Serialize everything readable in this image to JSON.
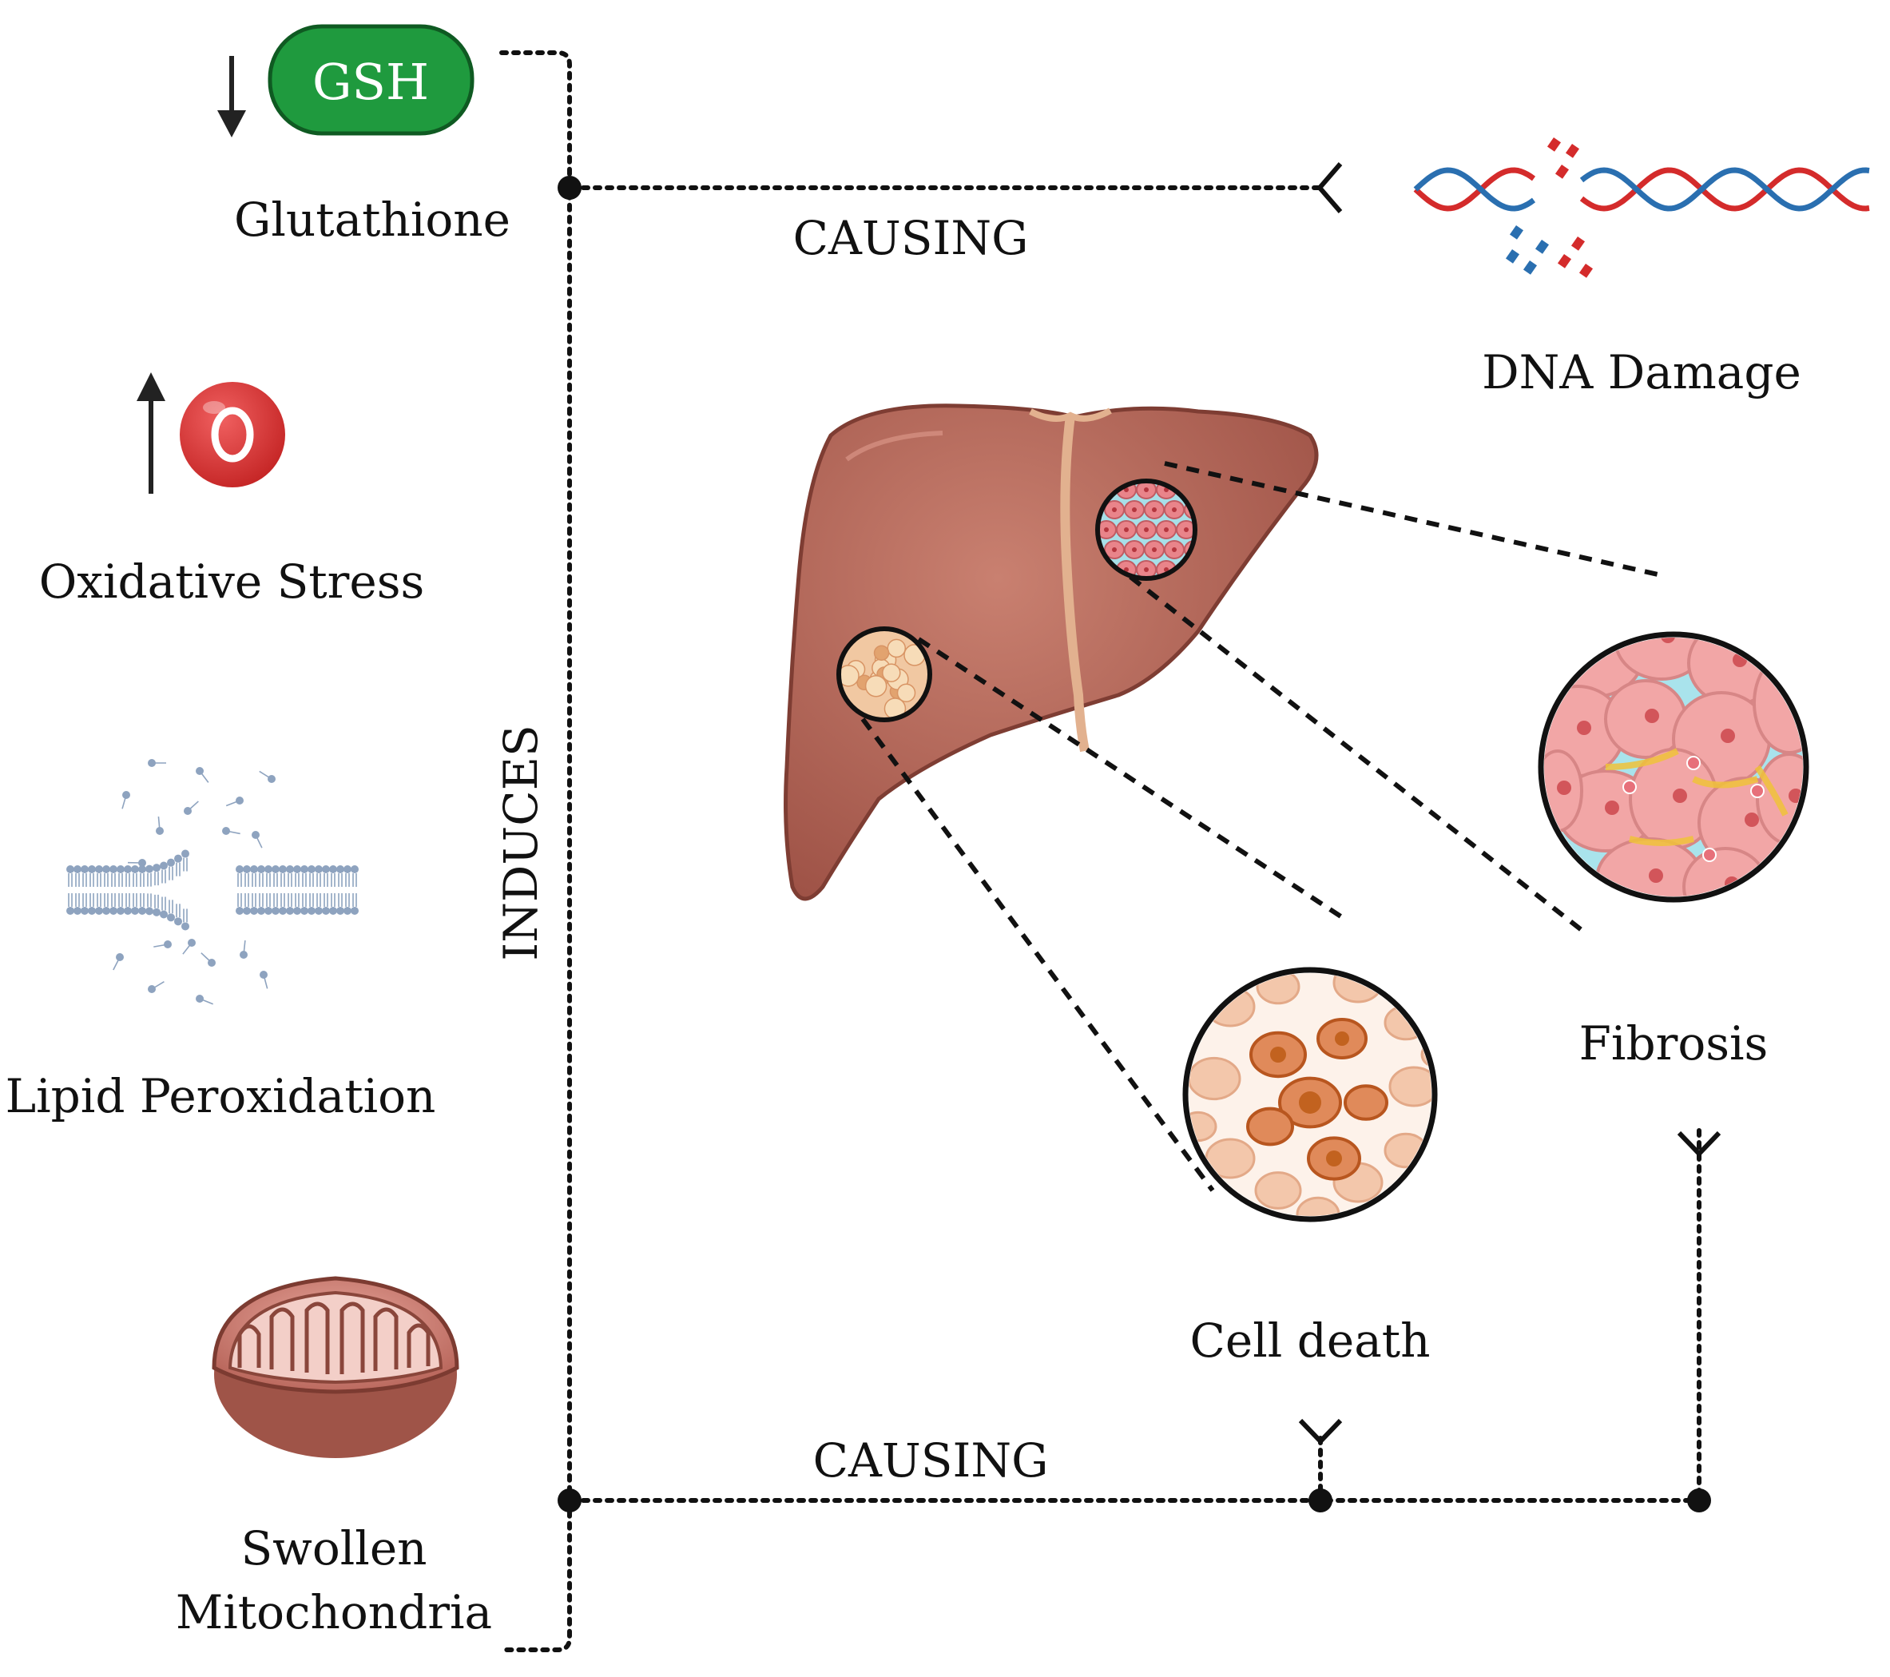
{
  "labels": {
    "glutathione": "Glutathione",
    "gsh_badge": "GSH",
    "oxidative_stress": "Oxidative Stress",
    "lipid_peroxidation": "Lipid Peroxidation",
    "swollen": "Swollen",
    "mitochondria": "Mitochondria",
    "induces": "INDUCES",
    "causing_top": "CAUSING",
    "causing_bottom": "CAUSING",
    "dna_damage": "DNA Damage",
    "fibrosis": "Fibrosis",
    "cell_death": "Cell death"
  },
  "indicators": {
    "glutathione": "down",
    "oxidative_stress": "up"
  },
  "colors": {
    "gsh_green": "#1f9a3e",
    "ros_red": "#e03a3a",
    "liver": "#b86a5c",
    "fibrosis_cell": "#f2a6a6",
    "cell_death": "#e08a5a",
    "dna_red": "#d42b2b",
    "dna_blue": "#2a6fb0"
  }
}
